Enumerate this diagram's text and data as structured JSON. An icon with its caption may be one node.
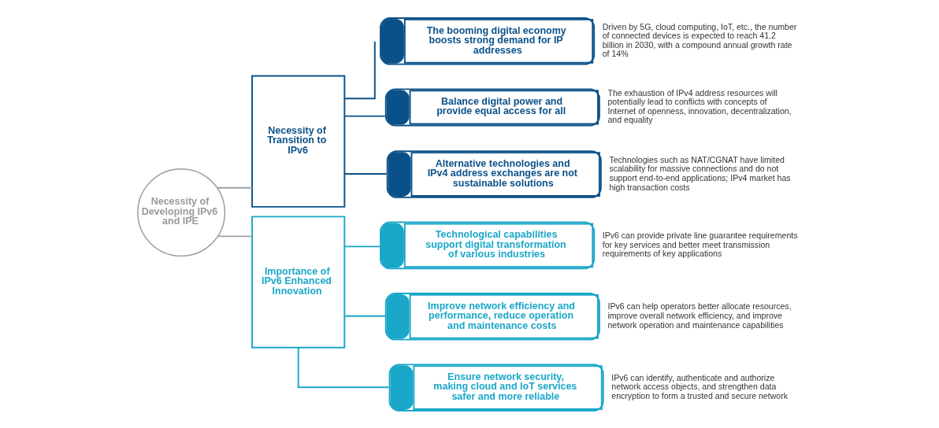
{
  "diagram": {
    "nodes": [
      {
        "text": [
          "Necessity of Developing IPv6 and IPE"
        ]
      },
      {
        "text": [
          "Necessity of Transition to IPv6"
        ]
      },
      {
        "text": [
          "The booming digital economy boosts strong demand for IP addresses"
        ],
        "beside": [
          "Driven by 5G, cloud computing, IoT, etc., the number of connected devices is expected to reach 41.2 billion in 2030, with a compound annual growth rate of 14%"
        ]
      },
      {
        "text": [
          "Balance digital power and provide equal access for all"
        ],
        "beside": [
          "The exhaustion of IPv4 address resources will potentially lead to conflicts with concepts of Internet of openness, innovation, decentralization, and equality"
        ]
      },
      {
        "text": [
          "Alternative technologies and IPv4 address exchanges are not sustainable solutions"
        ],
        "beside": [
          "Technologies such as NAT/CGNAT have limited scalability for massive connections and do not support end-to-end applications; IPv4 market has high transaction costs"
        ]
      },
      {
        "text": [
          "Importance of IPv6 Enhanced Innovation"
        ]
      },
      {
        "text": [
          "Technological capabilities support digital transformation of various industries"
        ],
        "beside": [
          "IPv6 can provide private line guarantee requirements for key services and better meet transmission requirements of key applications"
        ]
      },
      {
        "text": [
          "Improve network efficiency and performance, reduce operation and maintenance costs"
        ],
        "beside": [
          "IPv6 can help operators better allocate resources, improve overall network efficiency, and improve network operation and maintenance capabilities"
        ]
      },
      {
        "text": [
          "Ensure network security, making cloud and IoT services safer and more reliable"
        ],
        "beside": [
          "IPv6 can identify, authenticate and authorize network access objects, and strengthen data encryption to form a trusted and secure network"
        ]
      }
    ],
    "edges": [
      {
        "from": 0,
        "to": 1,
        "arrow": "none",
        "color": "#a0a0a4"
      },
      {
        "from": 0,
        "to": 5,
        "arrow": "none",
        "color": "#a0a0a4"
      },
      {
        "from": 1,
        "to": 2,
        "arrow": "none",
        "color": "#0b5189"
      },
      {
        "from": 1,
        "to": 3,
        "arrow": "none",
        "color": "#0b5189"
      },
      {
        "from": 1,
        "to": 4,
        "arrow": "none",
        "color": "#0b5189"
      },
      {
        "from": 5,
        "to": 6,
        "arrow": "none",
        "color": "#1aa7c9"
      },
      {
        "from": 5,
        "to": 7,
        "arrow": "none",
        "color": "#1aa7c9"
      },
      {
        "from": 5,
        "to": 8,
        "arrow": "none",
        "color": "#1aa7c9"
      }
    ]
  }
}
